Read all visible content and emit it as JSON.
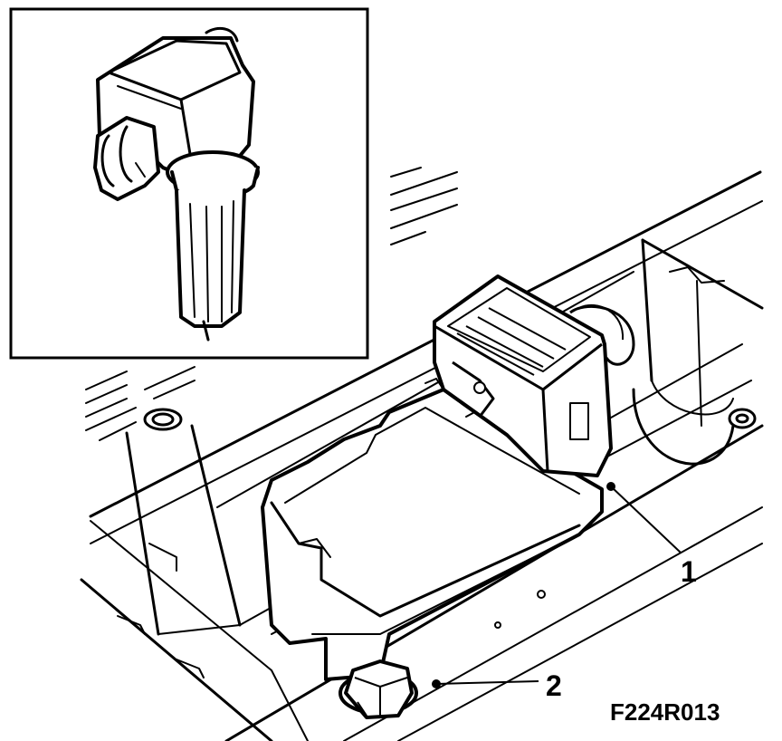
{
  "callouts": [
    {
      "id": "1",
      "label": "1"
    },
    {
      "id": "2",
      "label": "2"
    }
  ],
  "figure_code": "F224R013",
  "colors": {
    "ink": "#000000",
    "paper": "#ffffff"
  }
}
